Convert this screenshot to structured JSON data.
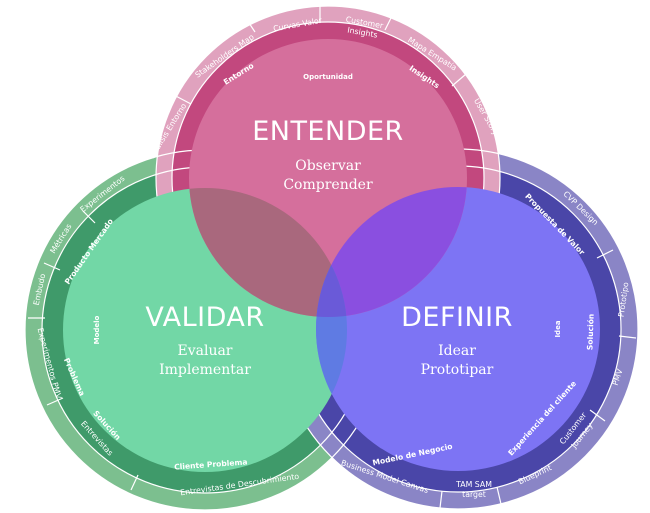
{
  "colors": {
    "pink_fill": "#d56f9c",
    "pink_ring": "#c2487e",
    "pink_outer": "#e0a2be",
    "green_fill": "#72d7a6",
    "green_ring": "#3f9a6a",
    "green_outer": "#7cbf8f",
    "purple_fill": "#7d74f4",
    "purple_ring": "#4a46a8",
    "purple_outer": "#8a85c6",
    "pink_purple_overlap": "#8a4fe0",
    "pink_green_overlap": "#a9687d",
    "green_purple_overlap": "#5f7be3",
    "center_overlap": "#6a5ad8"
  },
  "circles": {
    "entender": {
      "title": "ENTENDER",
      "subtitle_1": "Observar",
      "subtitle_2": "Comprender",
      "inner": {
        "oportunidad": "Oportunidad"
      },
      "ring": {
        "entorno": "Entorno",
        "insights": "Insights"
      },
      "outer": {
        "analisis_entorno": "Análisis Entorno",
        "stakeholders_map": "Stakeholders Map",
        "curvas_valor": "Curvas Valor",
        "customer_insights_1": "Customer",
        "customer_insights_2": "Insights",
        "mapa_empatia": "Mapa Empatía",
        "user_story": "User Story"
      }
    },
    "validar": {
      "title": "VALIDAR",
      "subtitle_1": "Evaluar",
      "subtitle_2": "Implementar",
      "inner": {
        "modelo": "Modelo"
      },
      "ring": {
        "producto_mercado": "Producto  Mercado",
        "problema": "Problema",
        "solucion": "Solución",
        "cliente_problema": "Cliente  Problema"
      },
      "outer": {
        "experimentos": "Experimentos",
        "metricas": "Métricas",
        "embudo": "Embudo",
        "experimentos_pmv": "Experimentos PMV",
        "entrevistas": "Entrevistas",
        "entrevistas_descubrimiento": "Entrevistas de Descubrimiento"
      }
    },
    "definir": {
      "title": "DEFINIR",
      "subtitle_1": "Idear",
      "subtitle_2": "Prototipar",
      "inner": {
        "idea": "Idea"
      },
      "ring": {
        "propuesta_valor": "Propuesta de Valor",
        "solucion": "Solución",
        "experiencia_cliente": "Experiencia del cliente",
        "modelo_negocio": "Modelo de Negocio"
      },
      "outer": {
        "cvp_design": "CVP Design",
        "prototipo": "Prototipo",
        "pmv": "PMV",
        "customer_journey_1": "Customer",
        "customer_journey_2": "Journey",
        "blueprint": "Blueprint",
        "tam_sam_1": "TAM SAM",
        "tam_sam_2": "target",
        "business_model_canvas": "Business Model Canvas"
      }
    }
  }
}
